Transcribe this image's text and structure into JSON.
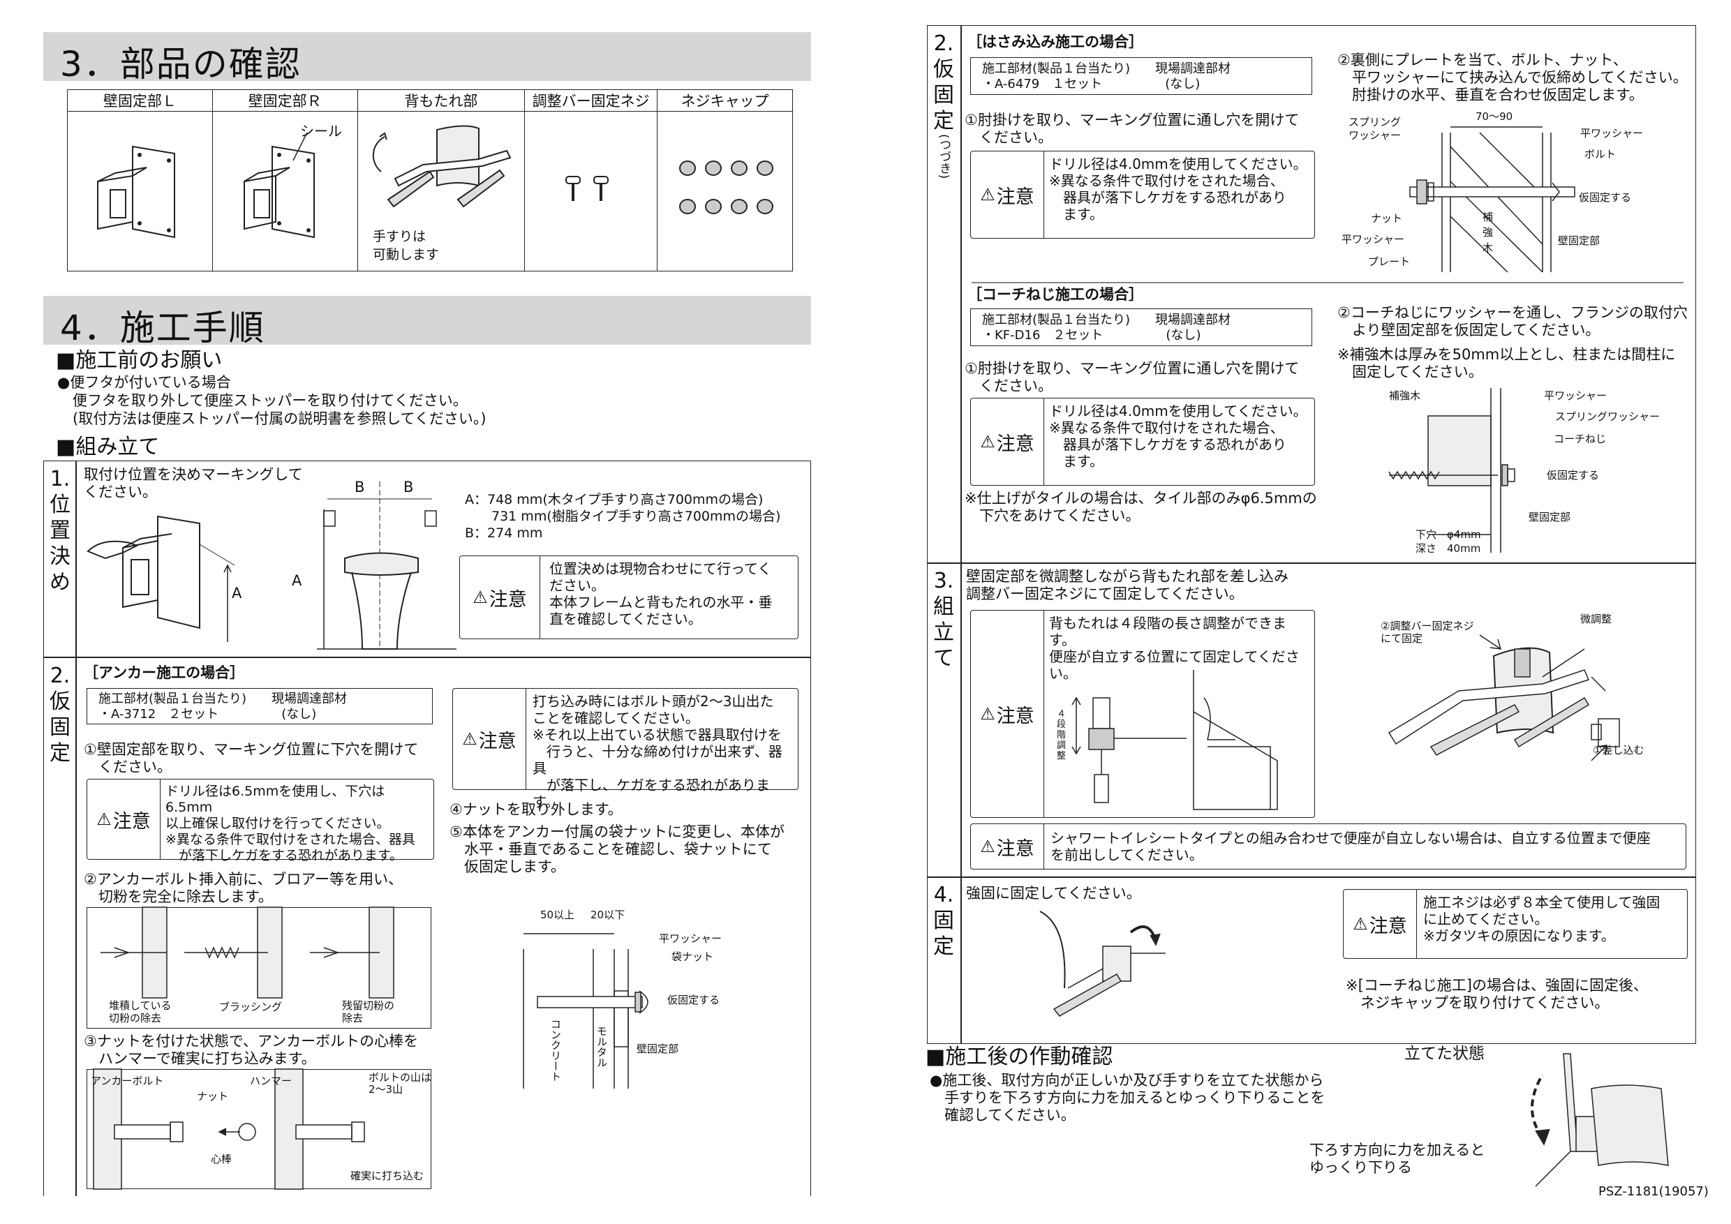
{
  "sec3": {
    "title": "3．部品の確認"
  },
  "parts": {
    "headers": [
      "壁固定部Ｌ",
      "壁固定部Ｒ",
      "背もたれ部",
      "調整バー固定ネジ",
      "ネジキャップ"
    ],
    "seal_label": "シール",
    "handrail_note": "手すりは\n可動します"
  },
  "sec4": {
    "title": "4．施工手順"
  },
  "pre": {
    "heading": "■施工前のお願い",
    "bullet": "●便フタが付いている場合",
    "line1": "便フタを取り外して便座ストッパーを取り付けてください。",
    "line2": "(取付方法は便座ストッパー付属の説明書を参照してください。)"
  },
  "assembly": {
    "heading": "■組み立て"
  },
  "step1": {
    "label": "1.\n位\n置\n決\nめ",
    "text": "取付け位置を決めマーキングして\nください。",
    "dim_a": "A：748 mm(木タイプ手すり高さ700mmの場合)\n　　731 mm(樹脂タイプ手すり高さ700mmの場合)\nB：274 mm",
    "fig_b": "B",
    "fig_a": "A",
    "caution": "位置決めは現物合わせにて行ってく\nださい。\n本体フレームと背もたれの水平・垂\n直を確認してください。"
  },
  "caution_label": "注意",
  "step2a": {
    "label": "2.\n仮\n固\n定",
    "title": "［アンカー施工の場合］",
    "parts_box": "施工部材(製品１台当たり)　　現場調達部材\n・A-3712　２セット　　　　　(なし)",
    "s1": "①壁固定部を取り、マーキング位置に下穴を開けて\n　ください。",
    "c1": "ドリル径は6.5mmを使用し、下穴は6.5mm\n以上確保し取付けを行ってください。\n※異なる条件で取付けをされた場合、器具\n　が落下しケガをする恐れがあります。",
    "s2": "②アンカーボルト挿入前に、ブロアー等を用い、\n　切粉を完全に除去します。",
    "fig_labels": [
      "堆積している\n切粉の除去",
      "ブラッシング",
      "残留切粉の\n除去"
    ],
    "s3": "③ナットを付けた状態で、アンカーボルトの心棒を\n　ハンマーで確実に打ち込みます。",
    "fig3_labels": [
      "アンカーボルト",
      "ナット",
      "ハンマー",
      "心棒",
      "ボルトの山は\n2～3山",
      "確実に打ち込む"
    ],
    "c2": "打ち込み時にはボルト頭が2～3山出た\nことを確認してください。\n※それ以上出ている状態で器具取付けを\n　行うと、十分な締め付けが出来ず、器具\n　が落下し、ケガをする恐れがあります。",
    "s4": "④ナットを取り外します。",
    "s5": "⑤本体をアンカー付属の袋ナットに変更し、本体が\n　水平・垂直であることを確認し、袋ナットにて\n　仮固定します。",
    "fig5_labels": [
      "50以上",
      "20以下",
      "平ワッシャー",
      "袋ナット",
      "仮固定する",
      "壁固定部",
      "コンクリート",
      "モルタル"
    ]
  },
  "step2b": {
    "label": "2.\n仮\n固\n定",
    "sub": "(つづき)",
    "title": "［はさみ込み施工の場合］",
    "parts_box": "施工部材(製品１台当たり)　　現場調達部材\n・A-6479　１セット　　　　　(なし)",
    "s1": "①肘掛けを取り、マーキング位置に通し穴を開けて\n　ください。",
    "c1": "ドリル径は4.0mmを使用してください。\n※異なる条件で取付けをされた場合、\n　器具が落下しケガをする恐れがあり\n　ます。",
    "s2": "②裏側にプレートを当て、ボルト、ナット、\n　平ワッシャーにて挟み込んで仮締めしてください。\n　肘掛けの水平、垂直を合わせ仮固定します。",
    "fig_labels": [
      "70～90",
      "スプリング\nワッシャー",
      "平ワッシャー",
      "ボルト",
      "仮固定する",
      "補\n強\n木",
      "ナット",
      "平ワッシャー",
      "壁固定部",
      "プレート"
    ]
  },
  "step2c": {
    "title": "［コーチねじ施工の場合］",
    "parts_box": "施工部材(製品１台当たり)　　現場調達部材\n・KF-D16　２セット　　　　　(なし)",
    "s1": "①肘掛けを取り、マーキング位置に通し穴を開けて\n　ください。",
    "c1": "ドリル径は4.0mmを使用してください。\n※異なる条件で取付けをされた場合、\n　器具が落下しケガをする恐れがあり\n　ます。",
    "tile": "※仕上げがタイルの場合は、タイル部のみφ6.5mmの\n　下穴をあけてください。",
    "s2": "②コーチねじにワッシャーを通し、フランジの取付穴\n　より壁固定部を仮固定してください。",
    "s3": "※補強木は厚みを50mm以上とし、柱または間柱に\n　固定してください。",
    "fig_labels": [
      "補強木",
      "平ワッシャー",
      "スプリングワッシャー",
      "コーチねじ",
      "仮固定する",
      "壁固定部",
      "下穴　φ4mm\n深さ　40mm"
    ]
  },
  "step3": {
    "label": "3.\n組\n立\nて",
    "text": "壁固定部を微調整しながら背もたれ部を差し込み\n調整バー固定ネジにて固定してください。",
    "c1": "背もたれは４段階の長さ調整ができます。\n便座が自立する位置にて固定してくださ\nい。",
    "adj": "４\n段\n階\n調\n整",
    "fig_labels": [
      "②調整バー固定ネジ\nにて固定",
      "微調整",
      "①差し込む"
    ],
    "c2": "シャワートイレシートタイプとの組み合わせで便座が自立しない場合は、自立する位置まで便座\nを前出ししてください。"
  },
  "step4": {
    "label": "4.\n固\n定",
    "text": "強固に固定してください。",
    "c1": "施工ネジは必ず８本全て使用して強固\nに止めてください。\n※ガタツキの原因になります。",
    "note": "※[コーチねじ施工]の場合は、強固に固定後、\n　ネジキャップを取り付けてください。"
  },
  "after": {
    "heading": "■施工後の作動確認",
    "text": "●施工後、取付方向が正しいか及び手すりを立てた状態から\n　手すりを下ろす方向に力を加えるとゆっくり下りることを\n　確認してください。",
    "stand": "立てた状態",
    "lower": "下ろす方向に力を加えると\nゆっくり下りる"
  },
  "footer": {
    "code": "PSZ-1181(19057)"
  }
}
